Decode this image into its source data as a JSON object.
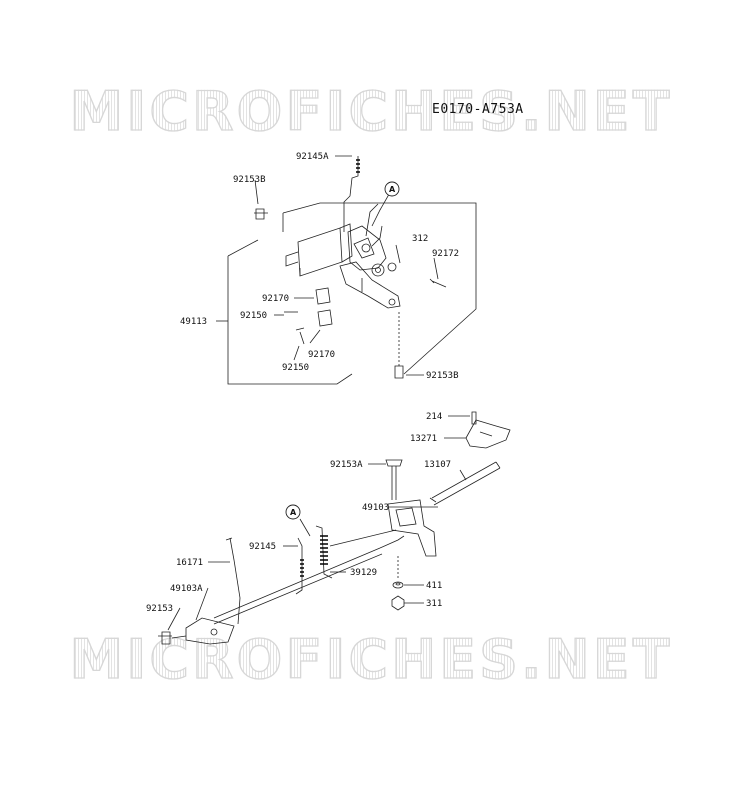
{
  "watermark": "MICROFICHES.NET",
  "diagram_code": "E0170-A753A",
  "callout_letter": "A",
  "part_labels": {
    "p92145A": "92145A",
    "p92153B_top": "92153B",
    "p312": "312",
    "p92172": "92172",
    "p92170_a": "92170",
    "p92150_a": "92150",
    "p49113": "49113",
    "p92170_b": "92170",
    "p92150_b": "92150",
    "p92153B_bot": "92153B",
    "p214": "214",
    "p13271": "13271",
    "p92153A": "92153A",
    "p13107": "13107",
    "p49103": "49103",
    "p16171": "16171",
    "p92145": "92145",
    "p39129": "39129",
    "p49103A": "49103A",
    "p411": "411",
    "p311": "311",
    "p92153": "92153"
  }
}
